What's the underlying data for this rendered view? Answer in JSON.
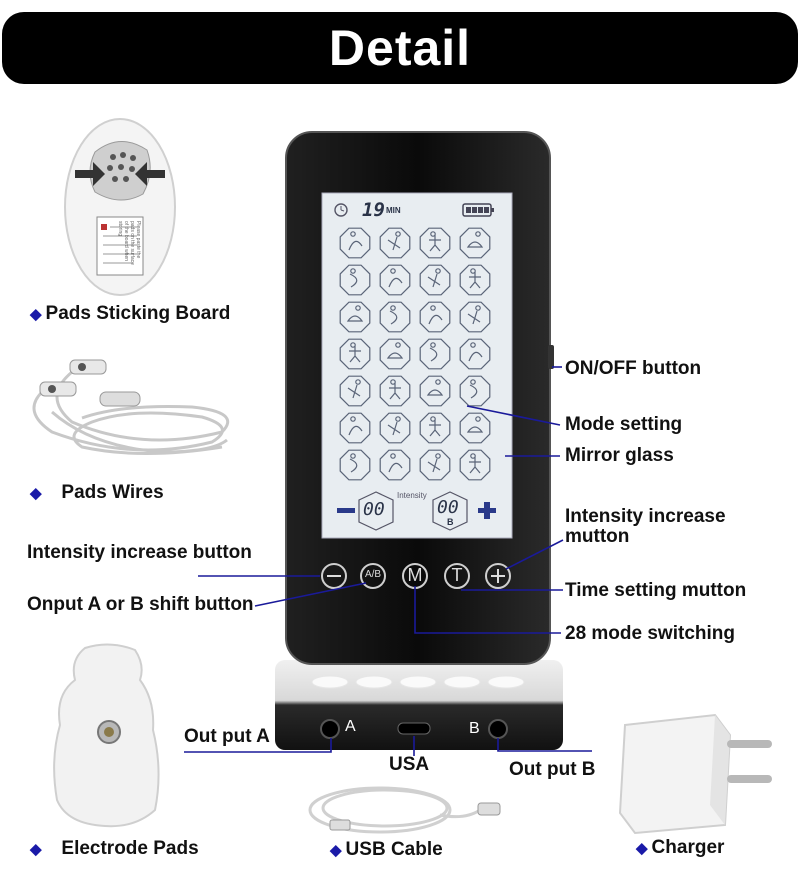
{
  "title": "Detail",
  "device": {
    "timer_value": "19",
    "timer_unit": "MIN",
    "intensity_label": "Intensity",
    "channel_a_value": "00",
    "channel_b_value": "00",
    "channel_b_letter": "B",
    "button_ab": "A/B",
    "button_m": "M",
    "button_t": "T",
    "port_a": "A",
    "port_b": "B"
  },
  "board_text": "Please paste the pads on the surface of the board when storing",
  "labels": {
    "pads_sticking_board": "Pads Sticking Board",
    "pads_wires": "Pads Wires",
    "electrode_pads": "Electrode Pads",
    "usb_cable": "USB Cable",
    "charger": "Charger",
    "on_off_button": "ON/OFF button",
    "mode_setting": "Mode setting",
    "mirror_glass": "Mirror glass",
    "intensity_increase_mutton_1": "Intensity increase",
    "intensity_increase_mutton_2": "mutton",
    "time_setting_mutton": "Time setting  mutton",
    "mode_switching": "28 mode switching",
    "intensity_increase_button": "Intensity increase button",
    "onput_shift_button": "Onput A or B shift button",
    "out_put_a": "Out put A",
    "usa": "USA",
    "out_put_b": "Out put B"
  },
  "colors": {
    "banner": "#000000",
    "callout_line": "#1a1a9a",
    "diamond": "#1a1aa8",
    "screen": "#e8edf1"
  }
}
